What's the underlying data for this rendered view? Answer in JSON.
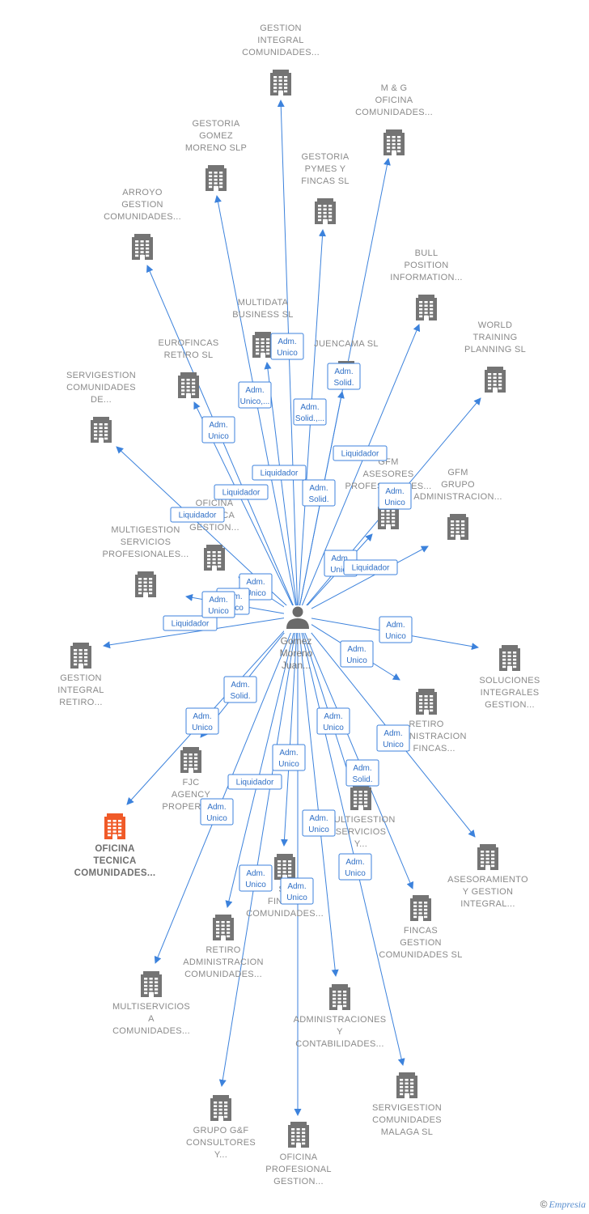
{
  "colors": {
    "edge": "#3c82dc",
    "building": "#747474",
    "highlight": "#f05a28",
    "person": "#6a6a6a"
  },
  "center": {
    "id": "person",
    "lines": [
      "Gomez",
      "Moreno",
      "Juan..."
    ],
    "icon": "person-icon"
  },
  "nodes": [
    {
      "id": "gestion-integral-comunidades",
      "lines": [
        "GESTION",
        "INTEGRAL",
        "COMUNIDADES..."
      ],
      "icon": "building-icon"
    },
    {
      "id": "mg-oficina-comunidades",
      "lines": [
        "M & G",
        "OFICINA",
        "COMUNIDADES..."
      ],
      "icon": "building-icon"
    },
    {
      "id": "gestoria-gomez-moreno",
      "lines": [
        "GESTORIA",
        "GOMEZ",
        "MORENO  SLP"
      ],
      "icon": "building-icon"
    },
    {
      "id": "gestoria-pymes-fincas",
      "lines": [
        "GESTORIA",
        "PYMES Y",
        "FINCAS SL"
      ],
      "icon": "building-icon"
    },
    {
      "id": "arroyo-gestion-comunidades",
      "lines": [
        "ARROYO",
        "GESTION",
        "COMUNIDADES..."
      ],
      "icon": "building-icon"
    },
    {
      "id": "bull-position-information",
      "lines": [
        "BULL",
        "POSITION",
        "INFORMATION..."
      ],
      "icon": "building-icon"
    },
    {
      "id": "multidata-business",
      "lines": [
        "MULTIDATA",
        "BUSINESS SL"
      ],
      "icon": "building-icon"
    },
    {
      "id": "eurofincas-retiro",
      "lines": [
        "EUROFINCAS",
        "RETIRO SL"
      ],
      "icon": "building-icon"
    },
    {
      "id": "juencama",
      "lines": [
        "JUENCAMA  SL"
      ],
      "icon": "building-icon"
    },
    {
      "id": "world-training-planning",
      "lines": [
        "WORLD",
        "TRAINING",
        "PLANNING SL"
      ],
      "icon": "building-icon"
    },
    {
      "id": "servigestion-comunidades-de",
      "lines": [
        "SERVIGESTION",
        "COMUNIDADES",
        "DE..."
      ],
      "icon": "building-icon"
    },
    {
      "id": "gfm-asesores-profesionales",
      "lines": [
        "GFM",
        "ASESORES",
        "PROFESIONALES..."
      ],
      "icon": "building-icon"
    },
    {
      "id": "gfm-grupo-administracion",
      "lines": [
        "GFM",
        "GRUPO",
        "ADMINISTRACION..."
      ],
      "icon": "building-icon"
    },
    {
      "id": "oficina-tecnica-gestion",
      "lines": [
        "OFICINA",
        "TECNICA",
        "GESTION..."
      ],
      "icon": "building-icon"
    },
    {
      "id": "multigestion-servicios-profesionales",
      "lines": [
        "MULTIGESTION",
        "SERVICIOS",
        "PROFESIONALES..."
      ],
      "icon": "building-icon"
    },
    {
      "id": "gestion-integral-retiro",
      "lines": [
        "GESTION",
        "INTEGRAL",
        "RETIRO..."
      ],
      "icon": "building-icon"
    },
    {
      "id": "soluciones-integrales-gestion",
      "lines": [
        "SOLUCIONES",
        "INTEGRALES",
        "GESTION..."
      ],
      "icon": "building-icon"
    },
    {
      "id": "retiro-administracion-fincas",
      "lines": [
        "RETIRO",
        "ADMINISTRACION",
        "DE FINCAS..."
      ],
      "icon": "building-icon"
    },
    {
      "id": "fjc-agency-property",
      "lines": [
        "FJC",
        "AGENCY",
        "PROPERTY..."
      ],
      "icon": "building-icon"
    },
    {
      "id": "oficina-tecnica-comunidades",
      "lines": [
        "OFICINA",
        "TECNICA",
        "COMUNIDADES..."
      ],
      "icon": "building-icon",
      "highlight": true
    },
    {
      "id": "multigestion-servicios-y",
      "lines": [
        "MULTIGESTION",
        "SERVICIOS",
        "Y..."
      ],
      "icon": "building-icon"
    },
    {
      "id": "asesoramiento-gestion-integral",
      "lines": [
        "ASESORAMIENTO",
        "Y GESTION",
        "INTEGRAL..."
      ],
      "icon": "building-icon"
    },
    {
      "id": "ss-fincas-comunidades",
      "lines": [
        "SS",
        "FINCAS",
        "COMUNIDADES..."
      ],
      "icon": "building-icon"
    },
    {
      "id": "fincas-gestion-comunidades",
      "lines": [
        "FINCAS",
        "GESTION",
        "COMUNIDADES SL"
      ],
      "icon": "building-icon"
    },
    {
      "id": "retiro-administracion-comunidades",
      "lines": [
        "RETIRO",
        "ADMINISTRACION",
        "COMUNIDADES..."
      ],
      "icon": "building-icon"
    },
    {
      "id": "multiservicios-comunidades",
      "lines": [
        "MULTISERVICIOS",
        "A",
        "COMUNIDADES..."
      ],
      "icon": "building-icon"
    },
    {
      "id": "administraciones-contabilidades",
      "lines": [
        "ADMINISTRACIONES",
        "Y",
        "CONTABILIDADES..."
      ],
      "icon": "building-icon"
    },
    {
      "id": "grupo-gf-consultores",
      "lines": [
        "GRUPO G&F",
        "CONSULTORES",
        "Y..."
      ],
      "icon": "building-icon"
    },
    {
      "id": "servigestion-comunidades-malaga",
      "lines": [
        "SERVIGESTION",
        "COMUNIDADES",
        "MALAGA  SL"
      ],
      "icon": "building-icon"
    },
    {
      "id": "oficina-profesional-gestion",
      "lines": [
        "OFICINA",
        "PROFESIONAL",
        "GESTION..."
      ],
      "icon": "building-icon"
    }
  ],
  "edges": [
    {
      "target": "gestion-integral-comunidades"
    },
    {
      "target": "mg-oficina-comunidades"
    },
    {
      "target": "gestoria-gomez-moreno"
    },
    {
      "target": "gestoria-pymes-fincas"
    },
    {
      "target": "arroyo-gestion-comunidades"
    },
    {
      "target": "bull-position-information"
    },
    {
      "target": "multidata-business"
    },
    {
      "target": "eurofincas-retiro"
    },
    {
      "target": "juencama"
    },
    {
      "target": "world-training-planning"
    },
    {
      "target": "servigestion-comunidades-de"
    },
    {
      "target": "gfm-asesores-profesionales"
    },
    {
      "target": "gfm-grupo-administracion"
    },
    {
      "target": "oficina-tecnica-gestion"
    },
    {
      "target": "multigestion-servicios-profesionales"
    },
    {
      "target": "gestion-integral-retiro"
    },
    {
      "target": "soluciones-integrales-gestion"
    },
    {
      "target": "retiro-administracion-fincas"
    },
    {
      "target": "fjc-agency-property"
    },
    {
      "target": "oficina-tecnica-comunidades"
    },
    {
      "target": "multigestion-servicios-y"
    },
    {
      "target": "asesoramiento-gestion-integral"
    },
    {
      "target": "ss-fincas-comunidades"
    },
    {
      "target": "fincas-gestion-comunidades"
    },
    {
      "target": "retiro-administracion-comunidades"
    },
    {
      "target": "multiservicios-comunidades"
    },
    {
      "target": "administraciones-contabilidades"
    },
    {
      "target": "grupo-gf-consultores"
    },
    {
      "target": "servigestion-comunidades-malaga"
    },
    {
      "target": "oficina-profesional-gestion"
    }
  ],
  "edge_labels": [
    {
      "lines": [
        "Adm.",
        "Unico"
      ]
    },
    {
      "lines": [
        "Adm.",
        "Solid."
      ]
    },
    {
      "lines": [
        "Adm.",
        "Unico,..."
      ]
    },
    {
      "lines": [
        "Adm.",
        "Solid.,..."
      ]
    },
    {
      "lines": [
        "Adm.",
        "Unico"
      ]
    },
    {
      "lines": [
        "Liquidador"
      ]
    },
    {
      "lines": [
        "Liquidador"
      ]
    },
    {
      "lines": [
        "Adm.",
        "Solid."
      ]
    },
    {
      "lines": [
        "Liquidador"
      ]
    },
    {
      "lines": [
        "Adm.",
        "Unico"
      ]
    },
    {
      "lines": [
        "Liquidador"
      ]
    },
    {
      "lines": [
        "Adm.",
        "Unico"
      ]
    },
    {
      "lines": [
        "Liquidador"
      ]
    },
    {
      "lines": [
        "Adm.",
        "Unico"
      ]
    },
    {
      "lines": [
        "Adm.",
        "Unico"
      ]
    },
    {
      "lines": [
        "Liquidador"
      ]
    },
    {
      "lines": [
        "Adm.",
        "Unico"
      ]
    },
    {
      "lines": [
        "Adm.",
        "Unico"
      ]
    },
    {
      "lines": [
        "Adm.",
        "Solid."
      ]
    },
    {
      "lines": [
        "Adm.",
        "Unico"
      ]
    },
    {
      "lines": [
        "Adm.",
        "Unico"
      ]
    },
    {
      "lines": [
        "Adm.",
        "Unico"
      ]
    },
    {
      "lines": [
        "Adm.",
        "Solid."
      ]
    },
    {
      "lines": [
        "Adm.",
        "Unico"
      ]
    },
    {
      "lines": [
        "Adm.",
        "Unico"
      ]
    },
    {
      "lines": [
        "Liquidador"
      ]
    },
    {
      "lines": [
        "Adm.",
        "Unico"
      ]
    },
    {
      "lines": [
        "Adm.",
        "Unico"
      ]
    },
    {
      "lines": [
        "Adm.",
        "Unico"
      ]
    },
    {
      "lines": [
        "Adm.",
        "Unico"
      ]
    },
    {
      "lines": [
        "Adm.",
        "Unico"
      ]
    }
  ],
  "brand": {
    "copyright": "©",
    "name": "Empresia"
  }
}
